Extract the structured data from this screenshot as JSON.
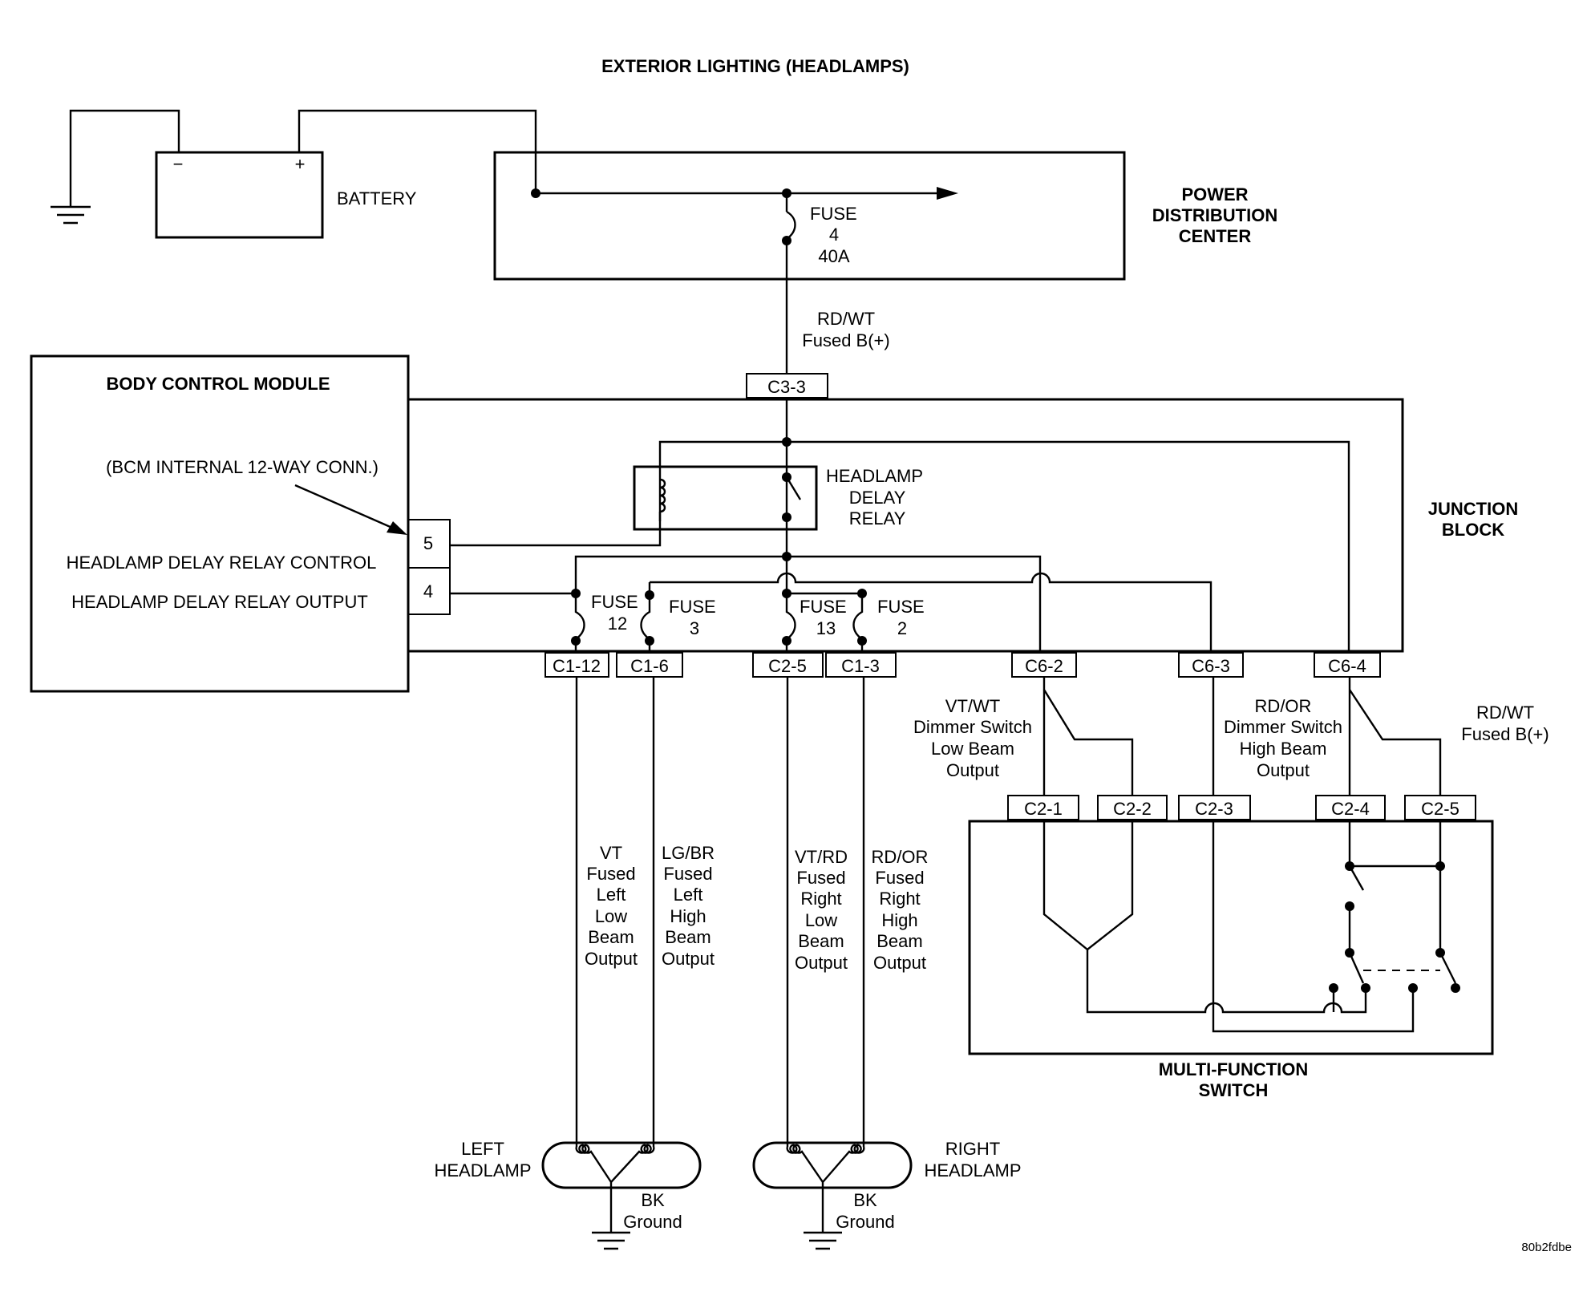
{
  "title": "EXTERIOR LIGHTING (HEADLAMPS)",
  "figure_id": "80b2fdbe",
  "battery": {
    "label": "BATTERY",
    "neg": "−",
    "pos": "+"
  },
  "pdc": {
    "lines": [
      "POWER",
      "DISTRIBUTION",
      "CENTER"
    ],
    "fuse": [
      "FUSE",
      "4",
      "40A"
    ]
  },
  "feed": {
    "lines": [
      "RD/WT",
      "Fused B(+)"
    ],
    "connector": "C3-3"
  },
  "bcm": {
    "title": "BODY CONTROL MODULE",
    "note": "(BCM INTERNAL 12-WAY CONN.)",
    "pins": [
      {
        "num": "5",
        "label": "HEADLAMP DELAY RELAY CONTROL"
      },
      {
        "num": "4",
        "label": "HEADLAMP DELAY RELAY OUTPUT"
      }
    ]
  },
  "junction": {
    "lines": [
      "JUNCTION",
      "BLOCK"
    ]
  },
  "relay": {
    "lines": [
      "HEADLAMP",
      "DELAY",
      "RELAY"
    ]
  },
  "fuses": [
    {
      "name": "FUSE",
      "num": "12"
    },
    {
      "name": "FUSE",
      "num": "3"
    },
    {
      "name": "FUSE",
      "num": "13"
    },
    {
      "name": "FUSE",
      "num": "2"
    }
  ],
  "jb_connectors": [
    "C1-12",
    "C1-6",
    "C2-5",
    "C1-3",
    "C6-2",
    "C6-3",
    "C6-4"
  ],
  "lamp_wires": [
    {
      "lines": [
        "VT",
        "Fused",
        "Left",
        "Low",
        "Beam",
        "Output"
      ]
    },
    {
      "lines": [
        "LG/BR",
        "Fused",
        "Left",
        "High",
        "Beam",
        "Output"
      ]
    },
    {
      "lines": [
        "VT/RD",
        "Fused",
        "Right",
        "Low",
        "Beam",
        "Output"
      ]
    },
    {
      "lines": [
        "RD/OR",
        "Fused",
        "Right",
        "High",
        "Beam",
        "Output"
      ]
    }
  ],
  "switch_wires": [
    {
      "lines": [
        "VT/WT",
        "Dimmer Switch",
        "Low Beam",
        "Output"
      ]
    },
    {
      "lines": [
        "RD/OR",
        "Dimmer Switch",
        "High Beam",
        "Output"
      ]
    },
    {
      "lines": [
        "RD/WT",
        "Fused B(+)"
      ]
    }
  ],
  "mfs_connectors": [
    "C2-1",
    "C2-2",
    "C2-3",
    "C2-4",
    "C2-5"
  ],
  "mfs": {
    "lines": [
      "MULTI-FUNCTION",
      "SWITCH"
    ]
  },
  "left_headlamp": {
    "lines": [
      "LEFT",
      "HEADLAMP"
    ],
    "ground": [
      "BK",
      "Ground"
    ]
  },
  "right_headlamp": {
    "lines": [
      "RIGHT",
      "HEADLAMP"
    ],
    "ground": [
      "BK",
      "Ground"
    ]
  }
}
